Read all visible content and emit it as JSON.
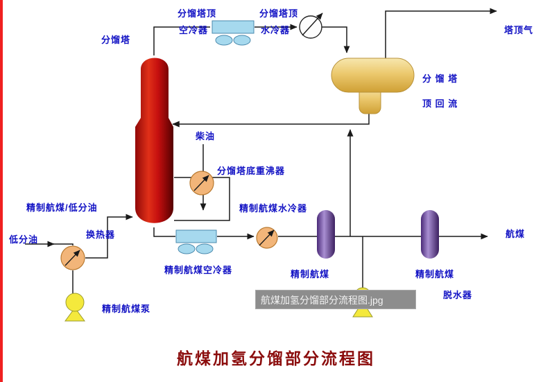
{
  "page": {
    "title": "航煤加氢分馏部分流程图",
    "filename_overlay": "航煤加氢分馏部分流程图.jpg"
  },
  "colors": {
    "label_blue": "#1212c4",
    "title_red": "#8b0c0c",
    "tower_red": "#c01212",
    "drum_yellow": "#ecc96e",
    "vessel_purple": "#7a57ab",
    "cooler_blue": "#a6d9ee",
    "exchanger_orange": "#f2b579",
    "pump_yellow": "#f4e93c",
    "line_dark": "#1a1a1a",
    "left_strip_red": "#f02020",
    "overlay_gray": "#8d8d8d"
  },
  "labels": {
    "fractionator": "分馏塔",
    "air_cooler_top_1": "分馏塔顶",
    "air_cooler_top_2": "空冷器",
    "water_cooler_top_1": "分馏塔顶",
    "water_cooler_top_2": "水冷器",
    "overhead_gas": "塔顶气",
    "reflux_drum_1": "分 馏 塔",
    "reflux_drum_2": "顶 回 流",
    "diesel": "柴油",
    "reboiler": "分馏塔底重沸器",
    "refined_jet_lp_oil": "精制航煤/低分油",
    "lp_oil": "低分油",
    "heat_exchanger": "换热器",
    "refined_jet_pump": "精制航煤泵",
    "refined_jet_air_cooler": "精制航煤空冷器",
    "refined_jet_water_cooler": "精制航煤水冷器",
    "refined_jet_a": "精制航煤",
    "refined_jet_b": "精制航煤",
    "dewaterer": "脱水器",
    "jet_fuel": "航煤"
  }
}
